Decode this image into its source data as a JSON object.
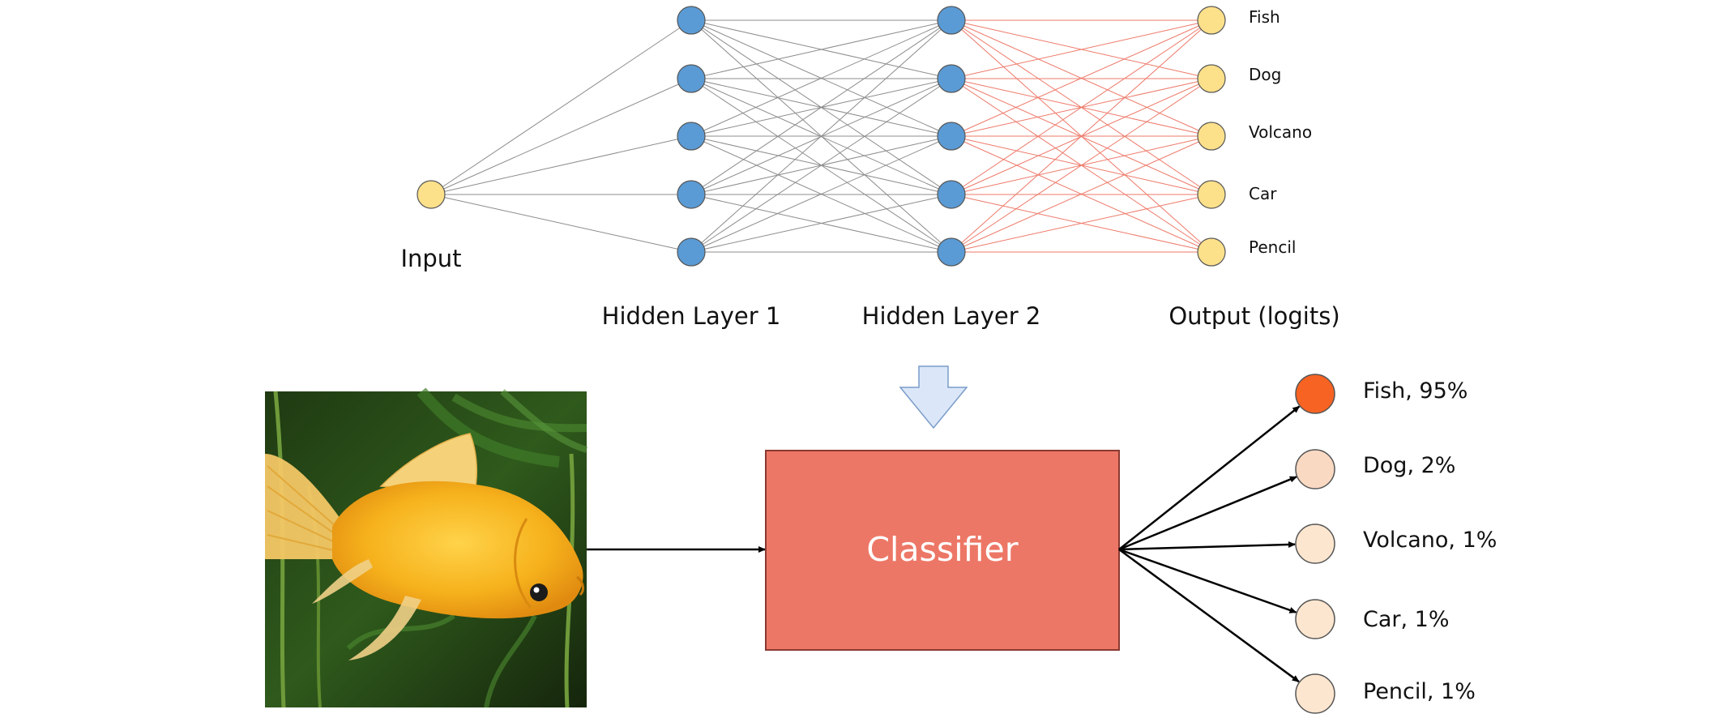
{
  "network": {
    "input_label": "Input",
    "layer_labels": [
      "Hidden Layer 1",
      "Hidden Layer 2",
      "Output (logits)"
    ],
    "outputs": [
      "Fish",
      "Dog",
      "Volcano",
      "Car",
      "Pencil"
    ],
    "hidden_units_per_layer": 5,
    "colors": {
      "input_node": "#fde08a",
      "hidden_node": "#5b9bd5",
      "output_node": "#fde08a",
      "gray_edge": "#8c8c8c",
      "red_edge": "#ee7a6a"
    }
  },
  "classifier": {
    "label": "Classifier",
    "image_description": "goldfish-photo",
    "predictions": [
      {
        "label": "Fish, 95%",
        "probability": 0.95,
        "color": "#f76322"
      },
      {
        "label": "Dog, 2%",
        "probability": 0.02,
        "color": "#fad9c3"
      },
      {
        "label": "Volcano, 1%",
        "probability": 0.01,
        "color": "#fde6cf"
      },
      {
        "label": "Car, 1%",
        "probability": 0.01,
        "color": "#fde6cf"
      },
      {
        "label": "Pencil, 1%",
        "probability": 0.01,
        "color": "#fde6cf"
      }
    ],
    "colors": {
      "box": "#ed7766",
      "box_text": "#ffffff",
      "down_arrow": "#dbe7f8"
    }
  }
}
